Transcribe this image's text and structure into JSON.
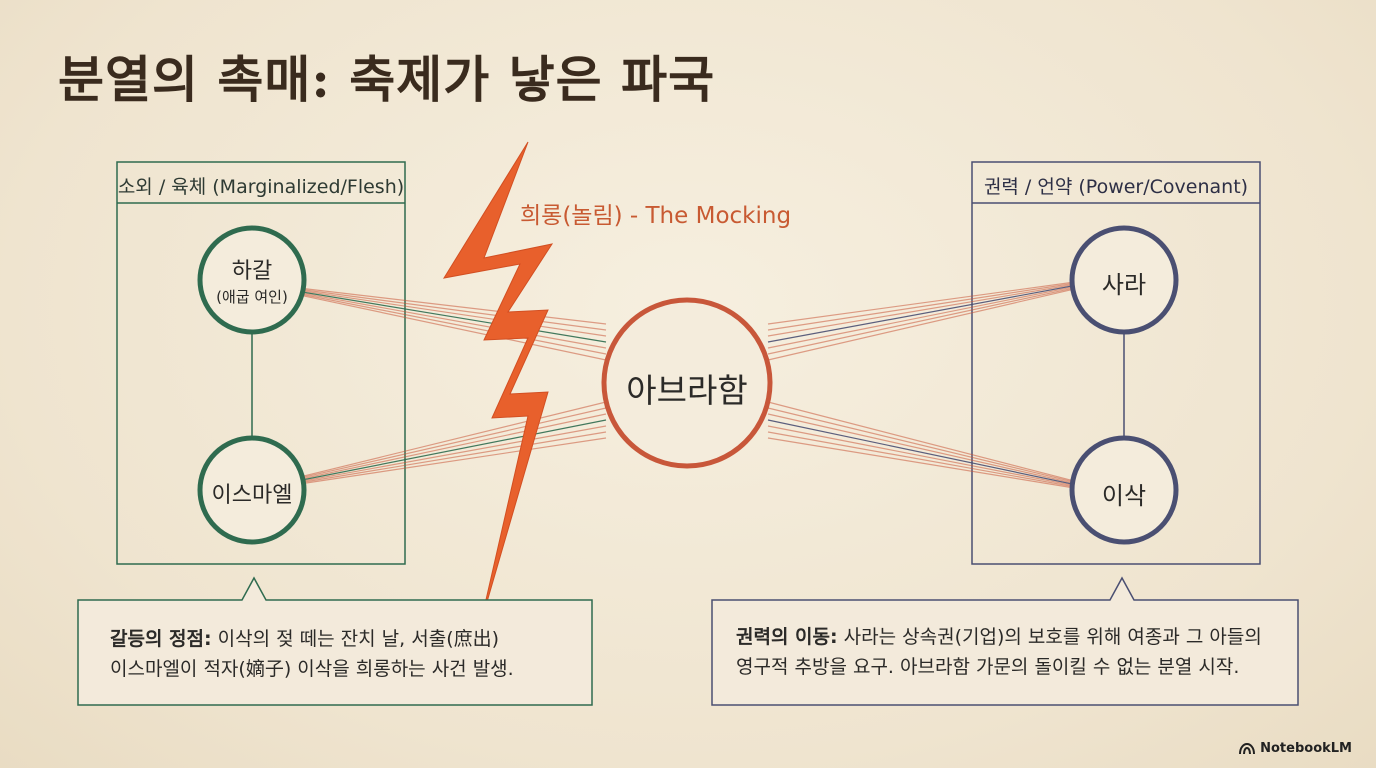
{
  "title": "분열의 촉매: 축제가 낳은 파국",
  "left_panel": {
    "label": "소외 / 육체 (Marginalized/Flesh)",
    "top_node": {
      "name": "하갈",
      "sub": "(애굽 여인)"
    },
    "bottom_node": {
      "name": "이스마엘"
    }
  },
  "right_panel": {
    "label": "권력 / 언약 (Power/Covenant)",
    "top_node": {
      "name": "사라"
    },
    "bottom_node": {
      "name": "이삭"
    }
  },
  "center_node": {
    "name": "아브라함"
  },
  "mocking_label": "희롱(놀림) - The Mocking",
  "left_callout": {
    "heading": "갈등의 정점:",
    "line1": "이삭의 젖 떼는 잔치 날, 서출(庶出)",
    "line2": "이스마엘이 적자(嫡子) 이삭을 희롱하는 사건 발생."
  },
  "right_callout": {
    "heading": "권력의 이동:",
    "line1": "사라는 상속권(기업)의 보호를 위해 여종과 그 아들의",
    "line2": "영구적 추방을 요구. 아브라함 가문의 돌이킬 수 없는 분열 시작."
  },
  "footer": {
    "brand": "NotebookLM",
    "icon": "notebooklm-logo-icon"
  },
  "colors": {
    "green": "#2f6b4f",
    "orange": "#c8573a",
    "navy": "#4a4f72",
    "lightning": "#e8602c"
  }
}
